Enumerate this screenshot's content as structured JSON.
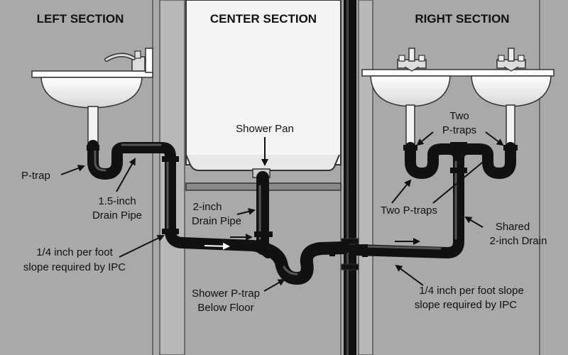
{
  "sections": {
    "left": "LEFT SECTION",
    "center": "CENTER SECTION",
    "right": "RIGHT SECTION"
  },
  "labels": {
    "shower_pan": "Shower Pan",
    "ptrap": "P-trap",
    "drain_15_line1": "1.5-inch",
    "drain_15_line2": "Drain Pipe",
    "slope_left_line1": "1/4 inch per foot",
    "slope_left_line2": "slope required by IPC",
    "drain_2_line1": "2-inch",
    "drain_2_line2": "Drain Pipe",
    "shower_trap_line1": "Shower P-trap",
    "shower_trap_line2": "Below Floor",
    "two_ptraps_top_line1": "Two",
    "two_ptraps_top_line2": "P-traps",
    "two_ptraps_mid": "Two P-traps",
    "shared_line1": "Shared",
    "shared_line2": "2-inch Drain",
    "slope_right_line1": "1/4 inch per foot slope",
    "slope_right_line2": "slope required by IPC"
  },
  "colors": {
    "wall": "#a9a9a9",
    "wall_line": "#555555",
    "shower_wall": "#f4f4f4",
    "pipe": "#111111",
    "sink": "#ffffff",
    "flow_arrow": "#ffffff"
  },
  "icons": {
    "left_faucet": "single-handle-faucet-icon",
    "right_faucets": "double-handle-faucet-icon",
    "flow": "flow-arrow-icon"
  }
}
